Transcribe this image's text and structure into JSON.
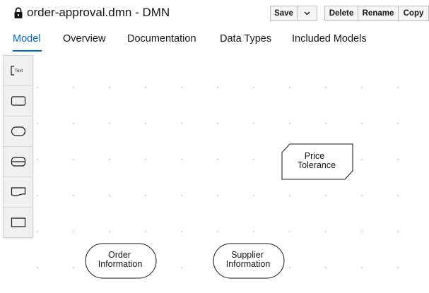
{
  "header": {
    "title": "order-approval.dmn - DMN",
    "lock_icon": "lock-icon",
    "buttons": {
      "save": "Save",
      "delete": "Delete",
      "rename": "Rename",
      "copy": "Copy"
    },
    "caret_icon": "chevron-down-icon"
  },
  "tabs": [
    {
      "label": "Model",
      "active": true
    },
    {
      "label": "Overview",
      "active": false
    },
    {
      "label": "Documentation",
      "active": false
    },
    {
      "label": "Data Types",
      "active": false
    },
    {
      "label": "Included Models",
      "active": false
    }
  ],
  "palette": {
    "items": [
      {
        "icon": "text-annotation-icon",
        "label": "Text Annotation"
      },
      {
        "icon": "decision-icon",
        "label": "Decision"
      },
      {
        "icon": "input-data-icon",
        "label": "Input Data"
      },
      {
        "icon": "decision-service-icon",
        "label": "Decision Service"
      },
      {
        "icon": "knowledge-source-icon",
        "label": "Knowledge Source"
      },
      {
        "icon": "business-knowledge-model-icon",
        "label": "Business Knowledge Model"
      }
    ]
  },
  "nodes": {
    "price_tolerance": {
      "line1": "Price",
      "line2": "Tolerance",
      "kind": "business-knowledge-model"
    },
    "order_information": {
      "line1": "Order",
      "line2": "Information",
      "kind": "input-data"
    },
    "supplier_information": {
      "line1": "Supplier",
      "line2": "Information",
      "kind": "input-data"
    }
  },
  "colors": {
    "accent": "#0066cc",
    "text": "#151515",
    "grid_dot": "#c7c7c7"
  }
}
